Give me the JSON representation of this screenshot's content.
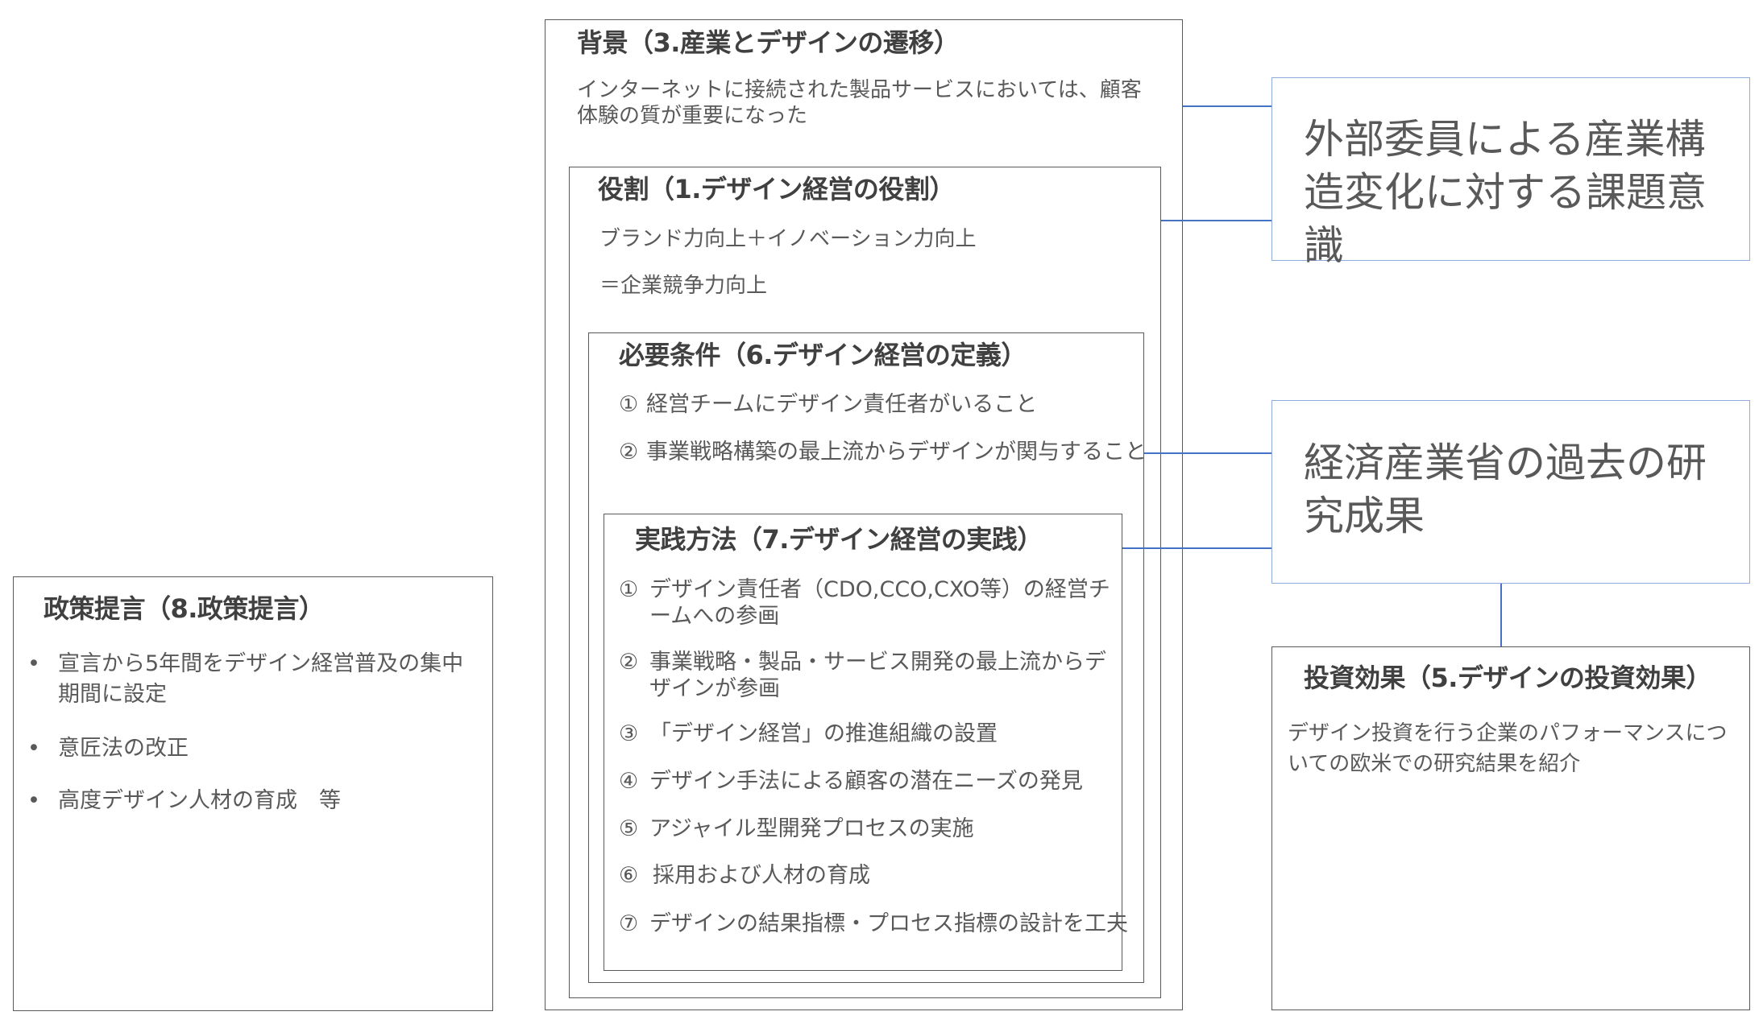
{
  "background": {
    "title": "背景（3.産業とデザインの遷移）",
    "text": "インターネットに接続された製品サービスにおいては、顧客体験の質が重要になった"
  },
  "role": {
    "title": "役割（1.デザイン経営の役割）",
    "line1": "ブランド力向上＋イノベーション力向上",
    "line2": "＝企業競争力向上"
  },
  "requirements": {
    "title": "必要条件（6.デザイン経営の定義）",
    "items": [
      {
        "num": "①",
        "text": "経営チームにデザイン責任者がいること"
      },
      {
        "num": "②",
        "text": "事業戦略構築の最上流からデザインが関与すること"
      }
    ]
  },
  "practice": {
    "title": "実践方法（7.デザイン経営の実践）",
    "items": [
      {
        "num": "①",
        "text": "デザイン責任者（CDO,CCO,CXO等）の経営チームへの参画"
      },
      {
        "num": "②",
        "text": "事業戦略・製品・サービス開発の最上流からデザインが参画"
      },
      {
        "num": "③",
        "text": "「デザイン経営」の推進組織の設置"
      },
      {
        "num": "④",
        "text": "デザイン手法による顧客の潜在ニーズの発見"
      },
      {
        "num": "⑤",
        "text": "アジャイル型開発プロセスの実施"
      },
      {
        "num": "⑥",
        "text": "採用および人材の育成"
      },
      {
        "num": "⑦",
        "text": "デザインの結果指標・プロセス指標の設計を工夫"
      }
    ]
  },
  "policy": {
    "title": "政策提言（8.政策提言）",
    "bullet": "•",
    "items": [
      "宣言から5年間をデザイン経営普及の集中期間に設定",
      "意匠法の改正",
      "高度デザイン人材の育成　等"
    ]
  },
  "callouts": {
    "external": "外部委員による産業構造変化に対する課題意識",
    "meti": "経済産業省の過去の研究成果"
  },
  "investment": {
    "title": "投資効果（5.デザインの投資効果）",
    "text": "デザイン投資を行う企業のパフォーマンスについての欧米での研究結果を紹介"
  },
  "colors": {
    "connector": "#4472c4",
    "callout_border": "#8faadc",
    "box_border": "#595959",
    "text": "#595959"
  }
}
